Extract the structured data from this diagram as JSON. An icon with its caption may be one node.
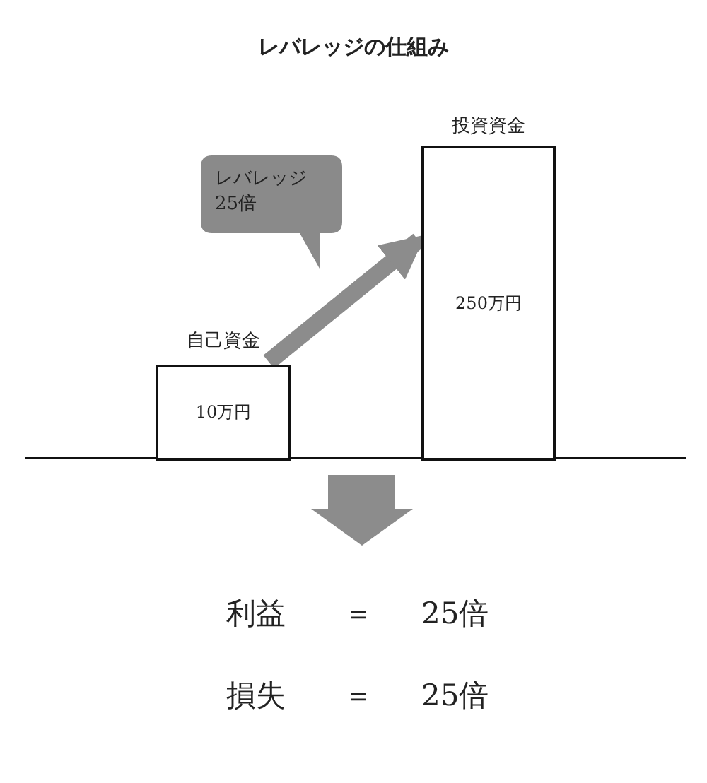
{
  "diagram": {
    "title": "レバレッジの仕組み",
    "nodes": [
      {
        "text": [
          "自己資金",
          "10万円"
        ]
      },
      {
        "text": [
          "投資資金",
          "250万円"
        ]
      },
      {
        "text": [
          "レバレッジ25倍"
        ]
      }
    ],
    "edges": [
      {
        "from": 0,
        "to": 1,
        "arrow": "to",
        "color": "#8c8c8c"
      }
    ],
    "labels": [
      "利益",
      "＝",
      "25倍",
      "損失",
      "＝",
      "25倍"
    ]
  }
}
